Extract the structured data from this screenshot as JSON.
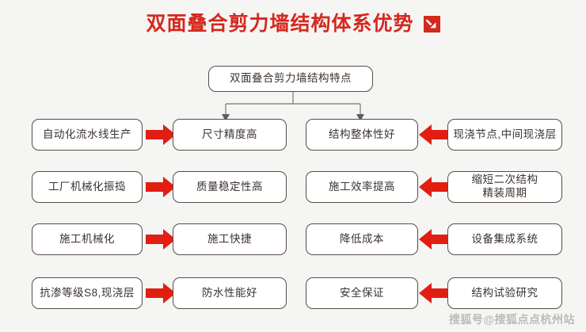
{
  "header": {
    "title": "双面叠合剪力墙结构体系优势",
    "badge_icon": "arrow-down-right-icon",
    "title_color": "#d5281f"
  },
  "diagram": {
    "root": {
      "label": "双面叠合剪力墙结构特点"
    },
    "colors": {
      "box_border": "#594c46",
      "box_fill": "#ffffff",
      "text": "#3a3330",
      "arrow_red": "#e01f12",
      "connector": "#8a8a8a",
      "background": "#f5f5f3"
    },
    "rows": [
      {
        "cause_left": "自动化流水线生产",
        "effect_left": "尺寸精度高",
        "effect_right": "结构整体性好",
        "cause_right": "现浇节点,中间现浇层"
      },
      {
        "cause_left": "工厂机械化振捣",
        "effect_left": "质量稳定性高",
        "effect_right": "施工效率提高",
        "cause_right": "缩短二次结构\n精装周期"
      },
      {
        "cause_left": "施工机械化",
        "effect_left": "施工快捷",
        "effect_right": "降低成本",
        "cause_right": "设备集成系统"
      },
      {
        "cause_left": "抗渗等级S8,现浇层",
        "effect_left": "防水性能好",
        "effect_right": "安全保证",
        "cause_right": "结构试验研究"
      }
    ]
  },
  "watermark": {
    "text": "搜狐号@搜狐点点杭州站"
  }
}
